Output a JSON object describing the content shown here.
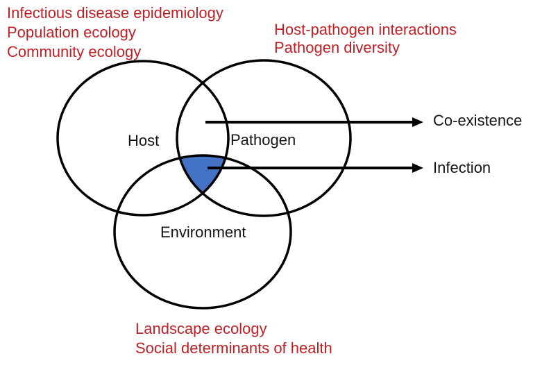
{
  "diagram": {
    "type": "venn-diagram",
    "background_color": "#ffffff",
    "colors": {
      "annotation_text": "#BE2026",
      "triple_intersection_fill": "#4472C4",
      "circle_stroke": "#000000",
      "arrow_stroke": "#000000",
      "label_text": "#141414"
    },
    "circles": [
      {
        "id": "host",
        "label": "Host"
      },
      {
        "id": "pathogen",
        "label": "Pathogen"
      },
      {
        "id": "environment",
        "label": "Environment"
      }
    ],
    "annotations": {
      "top_left": {
        "lines": [
          "Infectious disease epidemiology",
          "Population ecology",
          "Community ecology"
        ]
      },
      "top_right": {
        "lines": [
          "Host-pathogen interactions",
          "Pathogen diversity"
        ]
      },
      "bottom": {
        "lines": [
          "Landscape ecology",
          "Social determinants of health"
        ]
      }
    },
    "arrows": [
      {
        "id": "coexistence-arrow",
        "label": "Co-existence"
      },
      {
        "id": "infection-arrow",
        "label": "Infection"
      }
    ]
  }
}
